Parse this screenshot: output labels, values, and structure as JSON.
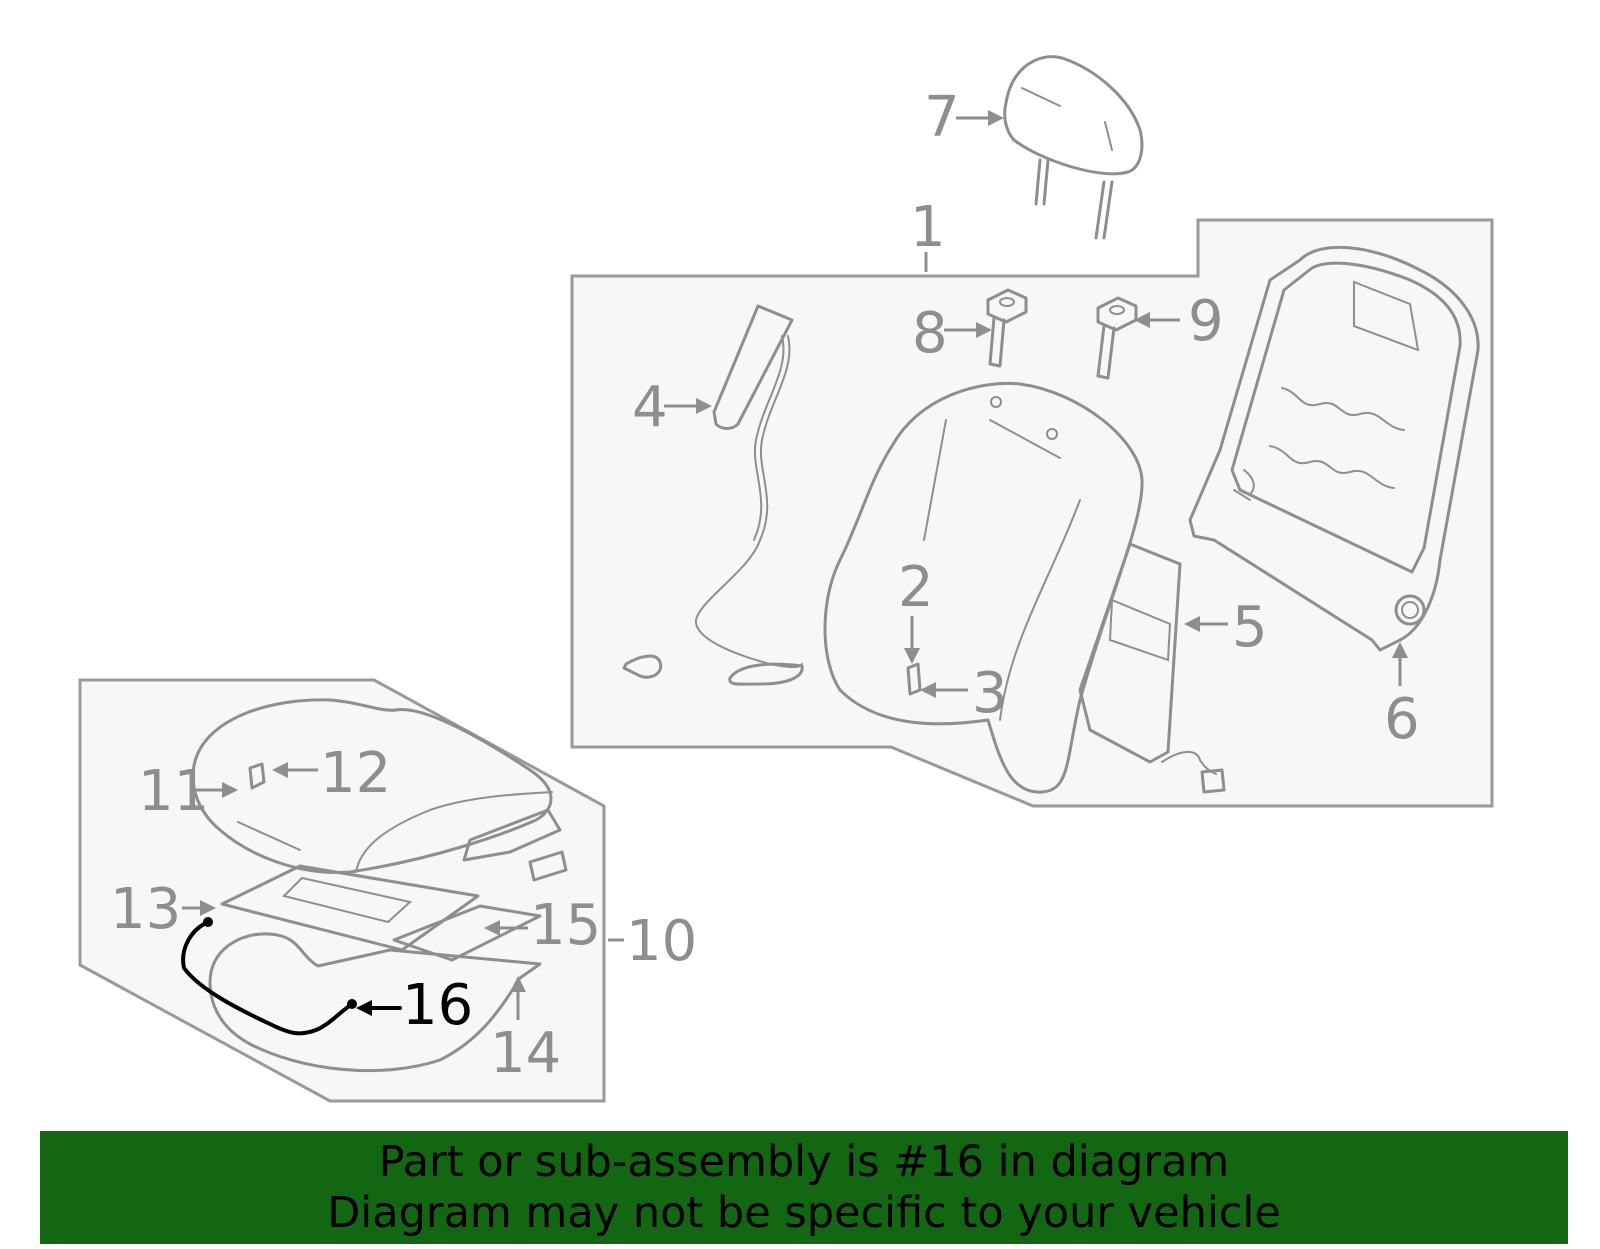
{
  "diagram": {
    "callouts": {
      "c1": "1",
      "c2": "2",
      "c3": "3",
      "c4": "4",
      "c5": "5",
      "c6": "6",
      "c7": "7",
      "c8": "8",
      "c9": "9",
      "c10": "10",
      "c11": "11",
      "c12": "12",
      "c13": "13",
      "c14": "14",
      "c15": "15",
      "c16": "16"
    },
    "highlighted_part": "16"
  },
  "banner": {
    "line1": "Part or sub-assembly is #16 in diagram",
    "line2": "Diagram may not be specific to your vehicle",
    "background_color": "#136612"
  },
  "colors": {
    "line": "#8e8e8e",
    "highlight": "#000000",
    "panel": "#f7f7f7"
  }
}
